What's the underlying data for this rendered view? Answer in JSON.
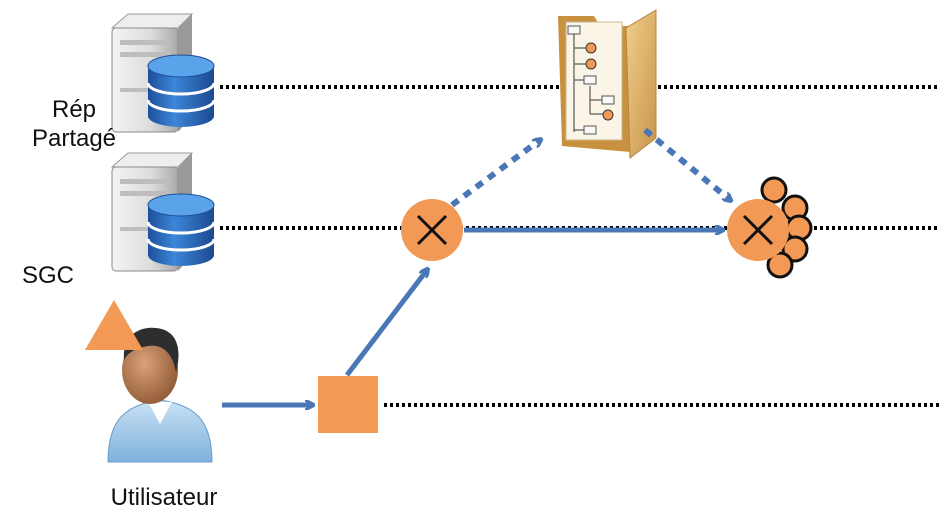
{
  "labels": {
    "rep_partage": [
      "Rép",
      "Partagé"
    ],
    "sgc": "SGC",
    "utilisateur": "Utilisateur"
  },
  "colors": {
    "arrow": "#4a78b7",
    "orange": "#f29a55",
    "lane": "#000000",
    "db_blue": "#2a6fc0",
    "server_grey": "#d9d9d9",
    "folder": "#d9b06a",
    "user_shirt": "#9cc6e8",
    "user_skin": "#b07040"
  },
  "icons": {
    "server_top": "database-server-icon",
    "server_middle": "database-server-icon",
    "folder": "folder-tree-icon",
    "user": "user-icon",
    "user_badge": "triangle-icon",
    "start_node": "square-node-icon",
    "decision_1": "cross-circle-icon",
    "decision_2": "cross-circle-multi-icon"
  }
}
